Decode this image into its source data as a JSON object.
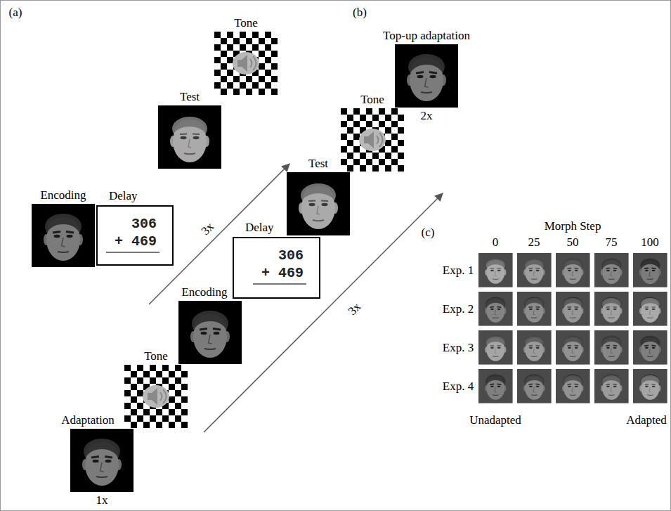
{
  "diagram": {
    "nodes": [
      {
        "text": [
          "Encoding"
        ]
      },
      {
        "text": [
          "Delay",
          "306",
          "+ 469"
        ]
      },
      {
        "text": [
          "Test"
        ]
      },
      {
        "text": [
          "Tone"
        ]
      },
      {
        "text": [
          "Adaptation",
          "1x"
        ]
      },
      {
        "text": [
          "Tone"
        ]
      },
      {
        "text": [
          "Encoding"
        ]
      },
      {
        "text": [
          "Delay",
          "306",
          "+ 469"
        ]
      },
      {
        "text": [
          "Test"
        ]
      },
      {
        "text": [
          "Tone"
        ]
      },
      {
        "text": [
          "Top-up adaptation",
          "2x"
        ]
      }
    ],
    "labels": [
      "(a)",
      "(b)",
      "3x",
      "3x",
      "(c)",
      "Morph Step",
      "0",
      "25",
      "50",
      "75",
      "100",
      "Exp. 1",
      "Exp. 2",
      "Exp. 3",
      "Exp. 4",
      "Unadapted",
      "Adapted"
    ]
  }
}
